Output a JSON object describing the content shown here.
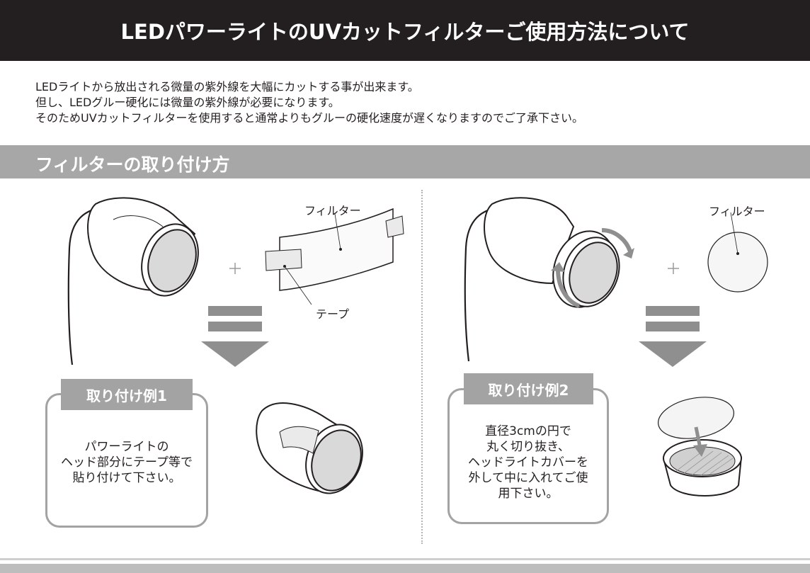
{
  "header": {
    "title": "LEDパワーライトのUVカットフィルターご使用方法について"
  },
  "intro": {
    "lines": [
      "LEDライトから放出される微量の紫外線を大幅にカットする事が出来ます。",
      "但し、LEDグルー硬化には微量の紫外線が必要になります。",
      "そのためUVカットフィルターを使用すると通常よりもグルーの硬化速度が遅くなりますのでご了承下さい。"
    ]
  },
  "section": {
    "title": "フィルターの取り付け方"
  },
  "left": {
    "callouts": {
      "filter": "フィルター",
      "tape": "テープ"
    },
    "example": {
      "label": "取り付け例1",
      "lines": [
        "パワーライトの",
        "ヘッド部分にテープ等で",
        "貼り付けて下さい。"
      ]
    }
  },
  "right": {
    "callouts": {
      "filter": "フィルター"
    },
    "example": {
      "label": "取り付け例2",
      "lines": [
        "直径3cmの円で",
        "丸く切り抜き、",
        "ヘッドライトカバーを",
        "外して中に入れてご使",
        "用下さい。"
      ]
    }
  },
  "colors": {
    "header_bg": "#231f20",
    "section_bg": "#a7a7a7",
    "box_border": "#a3a3a3",
    "arrow": "#8f8f8f",
    "lens": "#d9d9d9"
  }
}
